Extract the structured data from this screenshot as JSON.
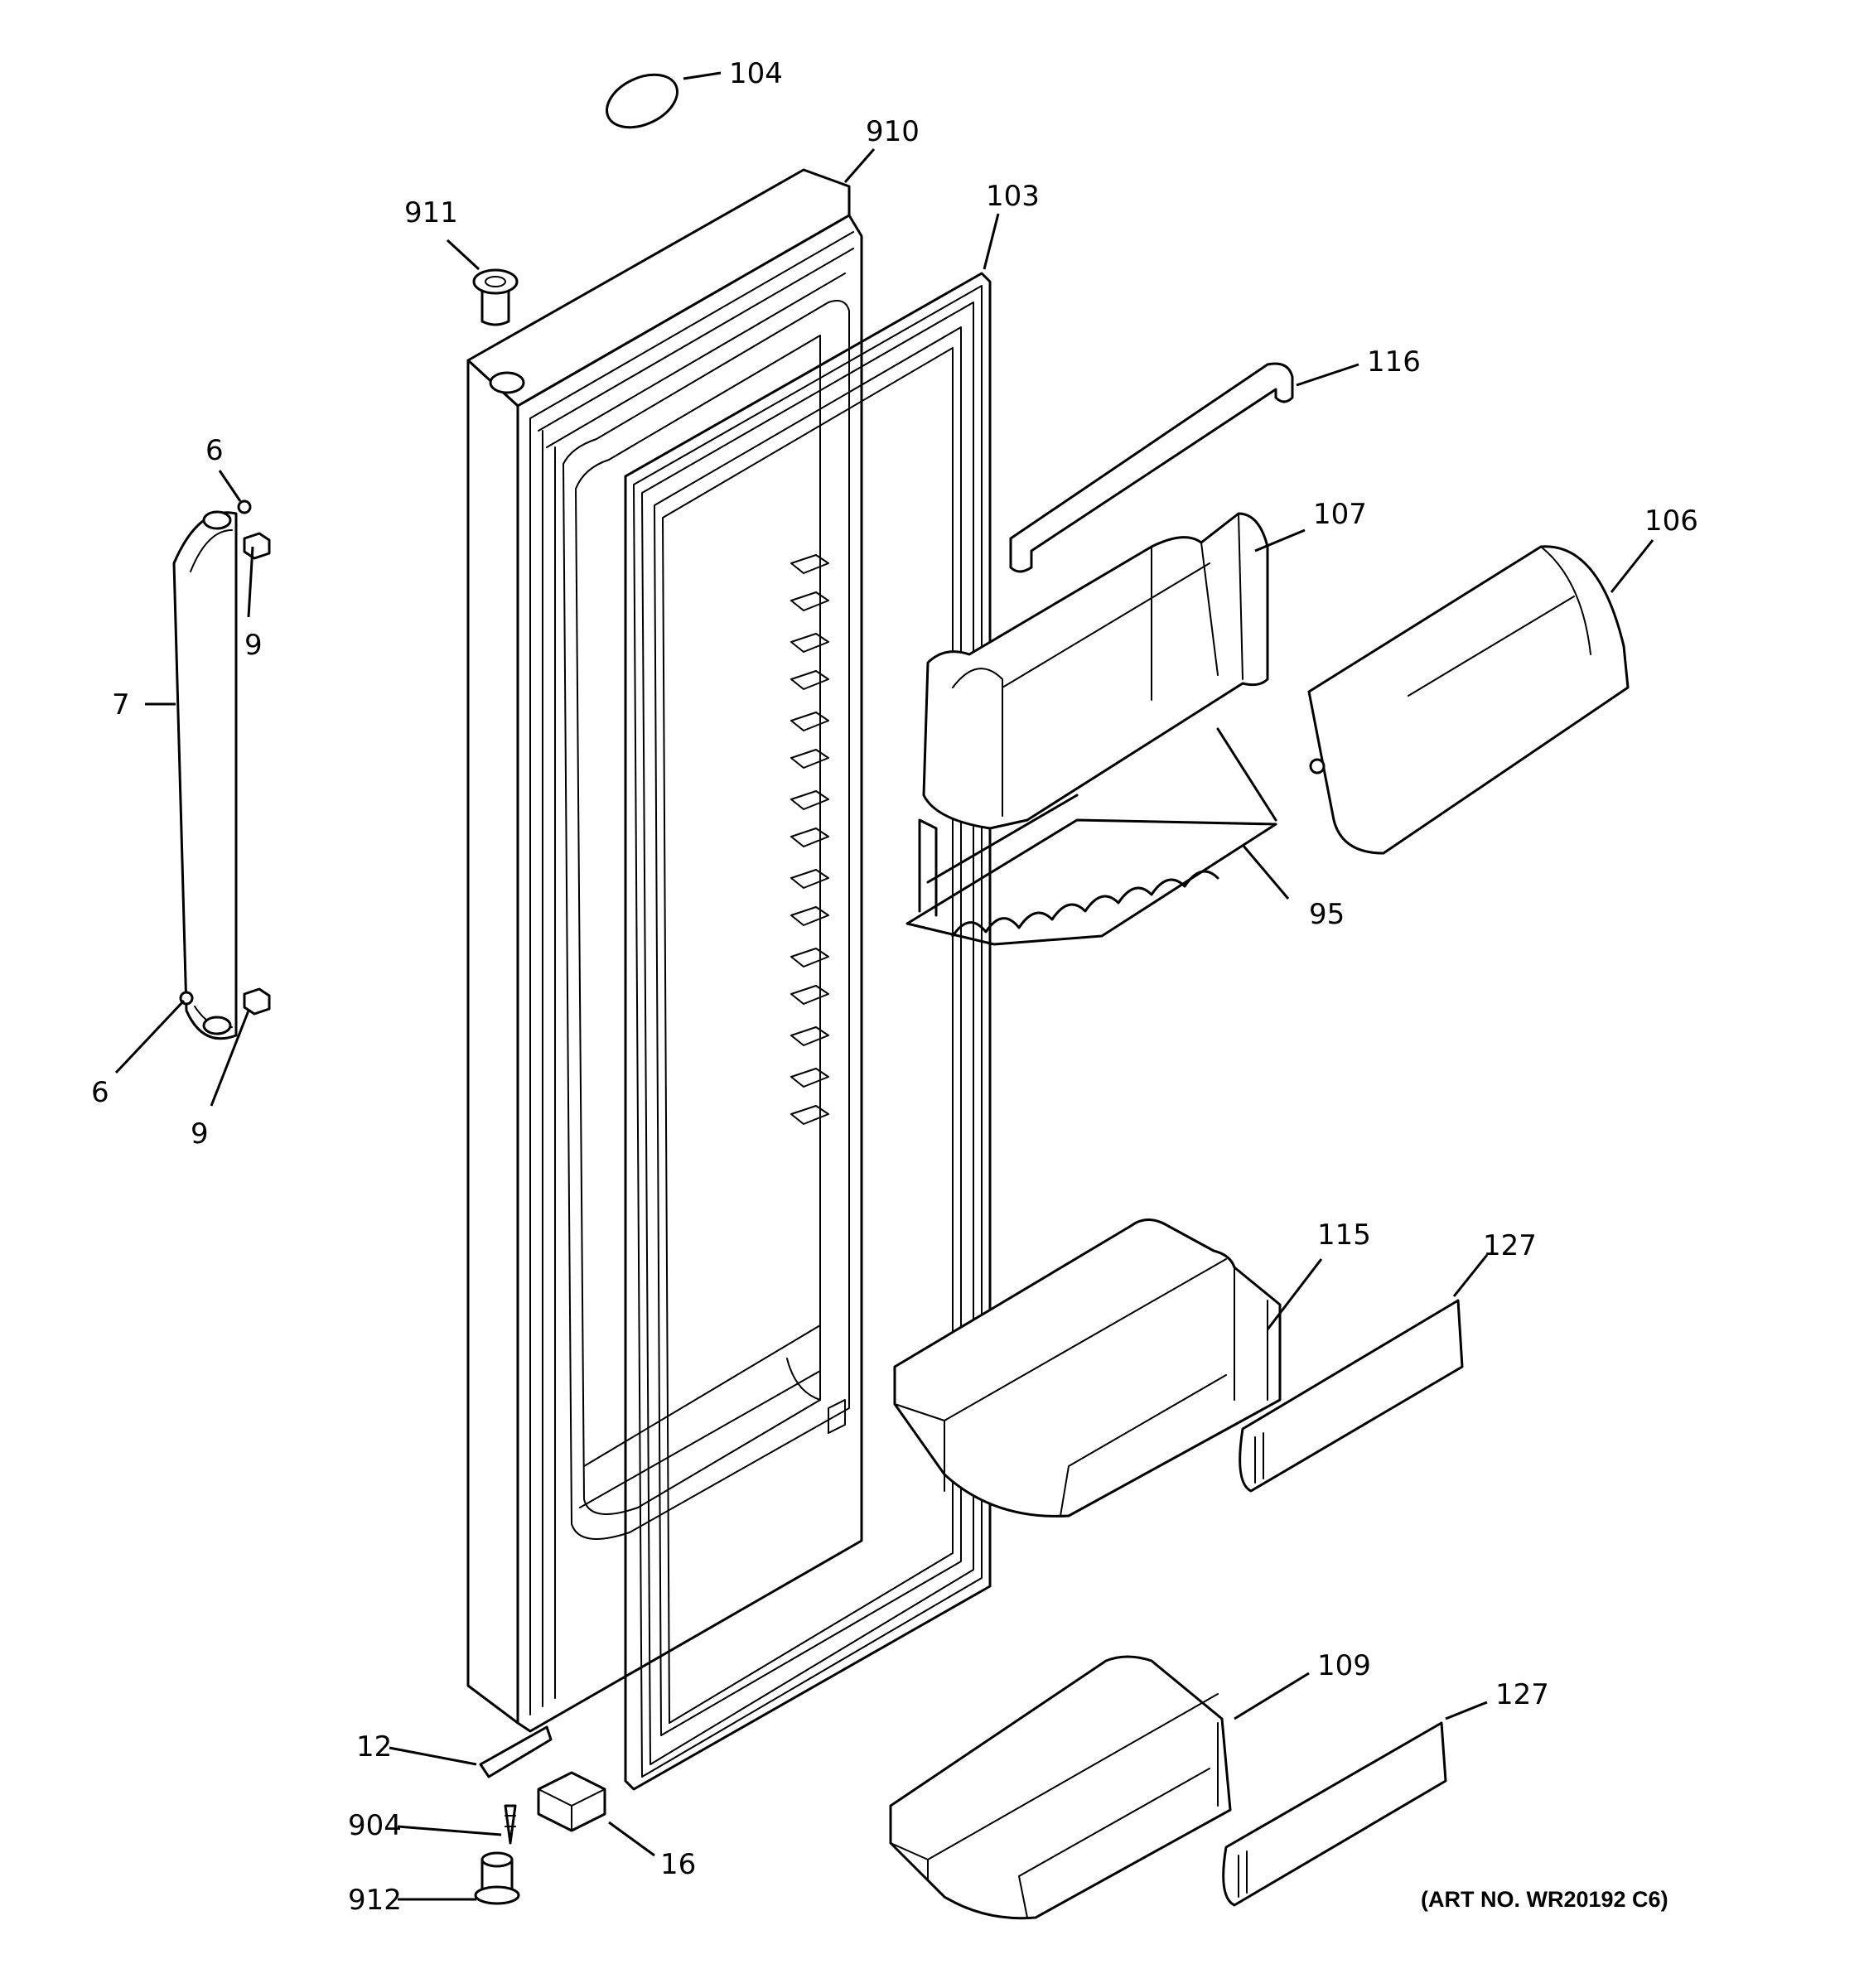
{
  "callouts": [
    {
      "id": "c-104",
      "text": "104"
    },
    {
      "id": "c-910",
      "text": "910"
    },
    {
      "id": "c-911",
      "text": "911"
    },
    {
      "id": "c-103",
      "text": "103"
    },
    {
      "id": "c-116",
      "text": "116"
    },
    {
      "id": "c-6-top",
      "text": "6"
    },
    {
      "id": "c-9-top",
      "text": "9"
    },
    {
      "id": "c-7",
      "text": "7"
    },
    {
      "id": "c-107",
      "text": "107"
    },
    {
      "id": "c-106",
      "text": "106"
    },
    {
      "id": "c-95",
      "text": "95"
    },
    {
      "id": "c-6-bottom",
      "text": "6"
    },
    {
      "id": "c-9-bottom",
      "text": "9"
    },
    {
      "id": "c-115",
      "text": "115"
    },
    {
      "id": "c-127-top",
      "text": "127"
    },
    {
      "id": "c-109",
      "text": "109"
    },
    {
      "id": "c-127-bottom",
      "text": "127"
    },
    {
      "id": "c-12",
      "text": "12"
    },
    {
      "id": "c-904",
      "text": "904"
    },
    {
      "id": "c-16",
      "text": "16"
    },
    {
      "id": "c-912",
      "text": "912"
    }
  ],
  "art_number": "(ART NO. WR20192 C6)"
}
